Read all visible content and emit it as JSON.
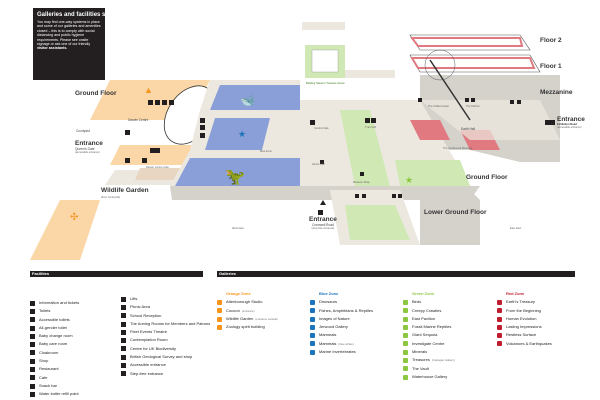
{
  "notice": {
    "title": "Galleries and facilities subject to closure",
    "body": "You may find one-way systems in place and some of our galleries and amenities closed – this is to comply with social distancing and public hygiene requirements. Please see onsite signage or ask one of our friendly",
    "body_bold": "visitor assistants."
  },
  "map": {
    "floors": {
      "floor2": "Floor 2",
      "floor1": "Floor 1",
      "mezzanine": "Mezzanine",
      "ground_left": "Ground Floor",
      "ground_right": "Ground Floor",
      "lower_ground": "Lower Ground Floor"
    },
    "entrances": [
      {
        "title": "Entrance",
        "name": "Queen's Gate",
        "note": "(accessible entrance)"
      },
      {
        "title": "Entrance",
        "name": "Exhibition Road",
        "note": "(accessible entrance)"
      },
      {
        "title": "Entrance",
        "name": "Cromwell Road",
        "note": "(step-free entrance)"
      }
    ],
    "places": {
      "darwin_centre": "Darwin Centre",
      "courtyard": "Courtyard",
      "darwin_cafe": "Darwin Centre Cafe",
      "wildlife_garden": "Wildlife Garden",
      "wildlife_note": "(from Courtyard)",
      "blue_zone": "Blue Zone",
      "hintze_hall": "Hintze Hall",
      "museum_shop": "Museum Shop",
      "central_cafe": "Central Cafe",
      "trex_grill": "T.rex Grill",
      "treasure_house": "Building Nature's Treasure House",
      "coffee_house": "The Coffee House",
      "kitchen": "The Kitchen",
      "earth_hall": "Earth Hall",
      "cookhouse": "The Cookhouse Boutique",
      "west_lawn": "West lawn",
      "east_lawn": "East lawn"
    }
  },
  "legend": {
    "facilities_title": "Facilities",
    "facilities_col1": [
      "Information and tickets",
      "Toilets",
      "Accessible toilets",
      "All-gender toilet",
      "Baby change room",
      "Baby care room",
      "Cloakroom",
      "Shop",
      "Restaurant",
      "Cafe",
      "Snack bar",
      "Water bottle refill point"
    ],
    "facilities_col2": [
      "Lifts",
      "Picnic Area",
      "School Reception",
      "The Anning Rooms for Members and Patrons",
      "Fleet Events Theatre",
      "Contemplation Room",
      "Centre for UK Biodiversity",
      "British Geological Survey and shop",
      "Accessible entrance",
      "Step-free entrance"
    ],
    "galleries_title": "Galleries",
    "zones": [
      {
        "name": "Orange Zone",
        "color": "#f7941d",
        "items": [
          {
            "label": "Attenborough Studio"
          },
          {
            "label": "Cocoon",
            "note": "(entrance)"
          },
          {
            "label": "Wildlife Garden",
            "note": "(entrance outside)"
          },
          {
            "label": "Zoology spirit building"
          }
        ]
      },
      {
        "name": "Blue Zone",
        "color": "#1c75bc",
        "items": [
          {
            "label": "Dinosaurs"
          },
          {
            "label": "Fishes, Amphibians & Reptiles"
          },
          {
            "label": "Images of Nature"
          },
          {
            "label": "Jerwood Gallery"
          },
          {
            "label": "Mammals"
          },
          {
            "label": "Mammals",
            "note": "(blue whale)"
          },
          {
            "label": "Marine Invertebrates"
          }
        ]
      },
      {
        "name": "Green Zone",
        "color": "#8dc63f",
        "items": [
          {
            "label": "Birds"
          },
          {
            "label": "Creepy Crawlies"
          },
          {
            "label": "East Pavilion"
          },
          {
            "label": "Fossil Marine Reptiles"
          },
          {
            "label": "Giant Sequoia"
          },
          {
            "label": "Investigate Centre"
          },
          {
            "label": "Minerals"
          },
          {
            "label": "Treasures",
            "note": "(Cadogan Gallery)"
          },
          {
            "label": "The Vault"
          },
          {
            "label": "Waterhouse Gallery"
          }
        ]
      },
      {
        "name": "Red Zone",
        "color": "#be1e2d",
        "items": [
          {
            "label": "Earth's Treasury"
          },
          {
            "label": "From the Beginning"
          },
          {
            "label": "Human Evolution"
          },
          {
            "label": "Lasting Impressions"
          },
          {
            "label": "Restless Surface"
          },
          {
            "label": "Volcanoes & Earthquakes"
          }
        ]
      }
    ]
  },
  "colors": {
    "orange": "#fbd7a8",
    "blue": "#8a9fd8",
    "green": "#cfe8b4",
    "red": "#e07a80",
    "floor": "#ece8e0",
    "dark": "#231f20"
  }
}
